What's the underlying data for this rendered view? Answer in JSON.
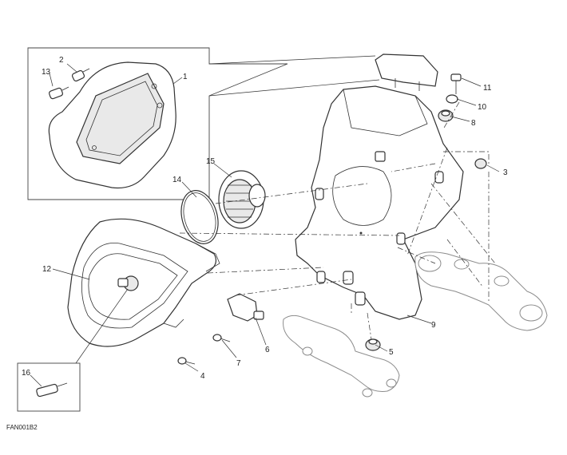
{
  "drawing_code": "FAN001B2",
  "callouts": [
    "1",
    "2",
    "3",
    "4",
    "5",
    "6",
    "7",
    "8",
    "9",
    "10",
    "11",
    "12",
    "13",
    "14",
    "15",
    "16"
  ]
}
